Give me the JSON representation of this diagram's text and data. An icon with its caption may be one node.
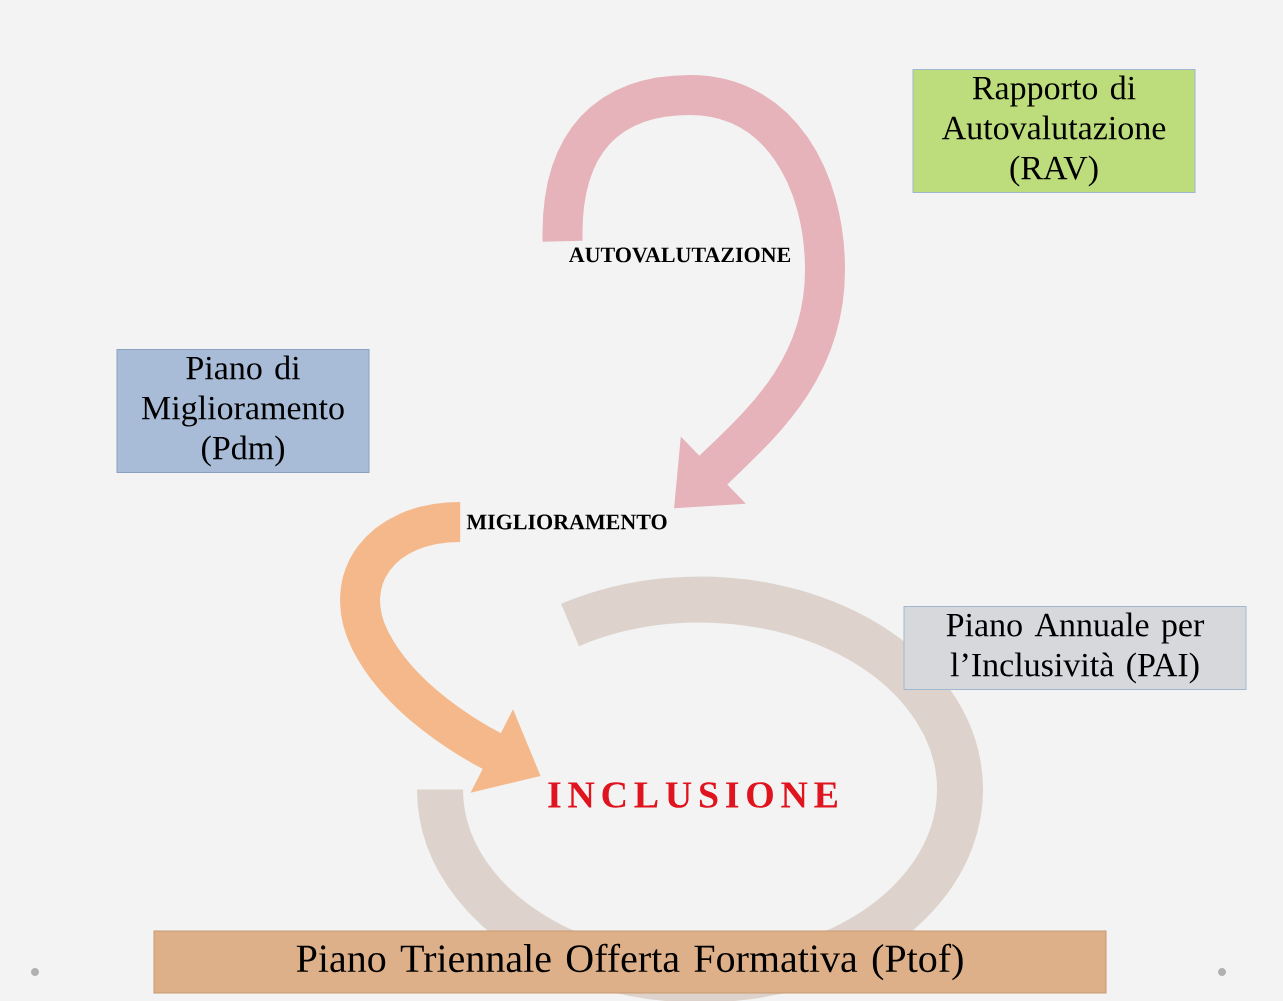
{
  "diagram": {
    "nodes": [
      {
        "text": [
          "Rapporto di Autovalutazione (RAV)"
        ]
      },
      {
        "text": [
          "AUTOVALUTAZIONE"
        ]
      },
      {
        "text": [
          "Piano di Miglioramento (Pdm)"
        ]
      },
      {
        "text": [
          "MIGLIORAMENTO"
        ]
      },
      {
        "text": [
          "Piano Annuale per l’Inclusività (PAI)"
        ]
      },
      {
        "text": [
          "INCLUSIONE"
        ]
      },
      {
        "text": [
          "Piano Triennale Offerta Formativa (Ptof)"
        ]
      }
    ],
    "edges": [
      {
        "from": 1,
        "to": 3,
        "arrow": "to",
        "color": "#e6b3ba"
      },
      {
        "from": 3,
        "to": 5,
        "arrow": "to",
        "color": "#f4b88a"
      }
    ]
  }
}
